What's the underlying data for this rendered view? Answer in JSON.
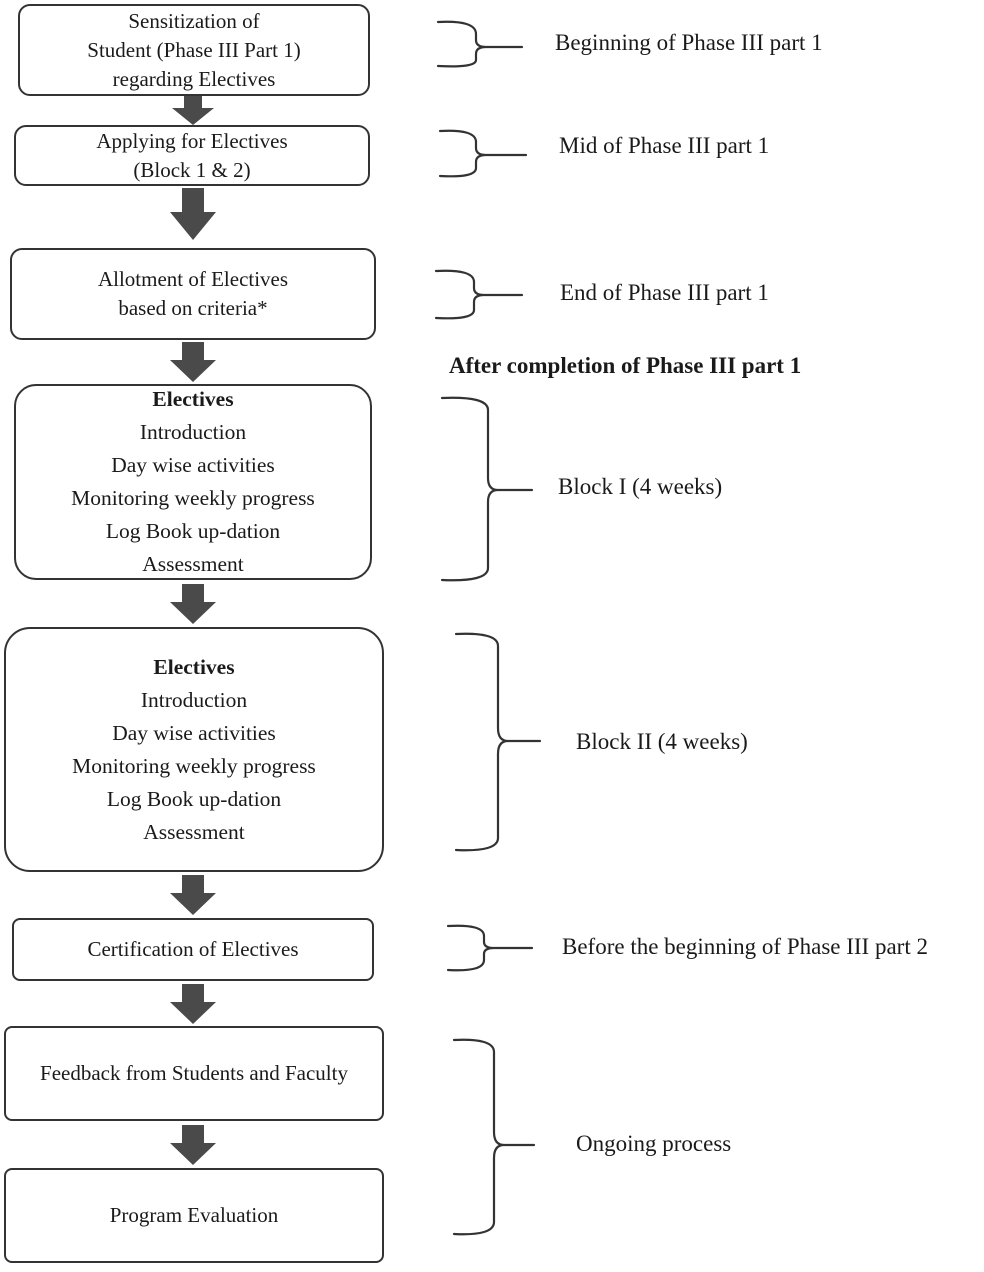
{
  "steps": {
    "s1": {
      "lines": [
        "Sensitization of",
        "Student (Phase III Part 1)",
        "regarding Electives"
      ]
    },
    "s2": {
      "lines": [
        "Applying for Electives",
        "(Block 1 & 2)"
      ]
    },
    "s3": {
      "lines": [
        "Allotment of Electives",
        "based on criteria*"
      ]
    },
    "s4": {
      "title": "Electives",
      "lines": [
        "Introduction",
        "Day wise activities",
        "Monitoring weekly progress",
        "Log Book up-dation",
        "Assessment"
      ]
    },
    "s5": {
      "title": "Electives",
      "lines": [
        "Introduction",
        "Day wise activities",
        "Monitoring weekly progress",
        "Log Book up-dation",
        "Assessment"
      ]
    },
    "s6": {
      "lines": [
        "Certification of Electives"
      ]
    },
    "s7": {
      "lines": [
        "Feedback from Students and Faculty"
      ]
    },
    "s8": {
      "lines": [
        "Program Evaluation"
      ]
    }
  },
  "timing": {
    "t1": "Beginning  of Phase III part 1",
    "t2": "Mid of Phase III part 1",
    "t3": "End of Phase III part 1",
    "after": "After completion of Phase III  part 1",
    "t4": "Block I (4 weeks)",
    "t5": "Block II (4 weeks)",
    "t6": "Before the beginning  of Phase III part 2",
    "t7": "Ongoing  process"
  },
  "colors": {
    "arrow": "#4a4a4a",
    "border": "#333333"
  }
}
